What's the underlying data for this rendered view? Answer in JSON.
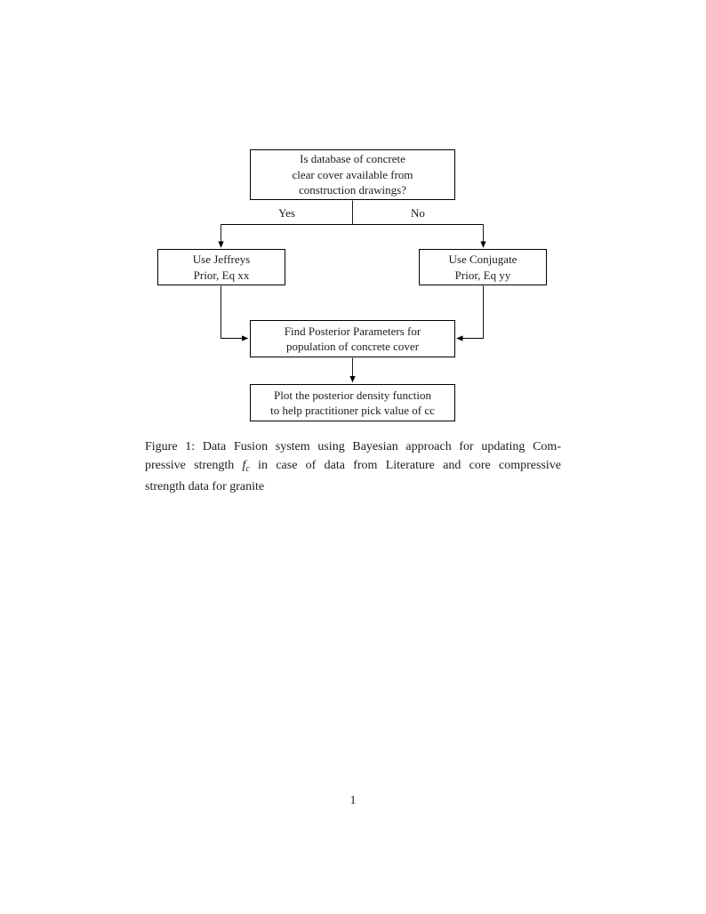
{
  "flowchart": {
    "nodes": {
      "decision": {
        "lines": [
          "Is database of concrete",
          "clear cover available from",
          "construction drawings?"
        ]
      },
      "jeffreys": {
        "lines": [
          "Use Jeffreys",
          "Prior, Eq xx"
        ]
      },
      "conjugate": {
        "lines": [
          "Use Conjugate",
          "Prior, Eq yy"
        ]
      },
      "posterior": {
        "lines": [
          "Find Posterior Parameters for",
          "population of concrete cover"
        ]
      },
      "plot": {
        "lines": [
          "Plot the posterior density function",
          "to help practitioner pick value of cc"
        ]
      }
    },
    "edge_labels": {
      "yes": "Yes",
      "no": "No"
    },
    "line_color": "#000000"
  },
  "caption": {
    "line1": "Figure 1: Data Fusion system using Bayesian approach for updating Com-",
    "line2_pre": "pressive strength ",
    "line2_math_f": "f",
    "line2_math_sub": "c",
    "line2_post": " in case of data from Literature and core compressive",
    "line3": "strength data for granite"
  },
  "page": {
    "number": "1"
  }
}
